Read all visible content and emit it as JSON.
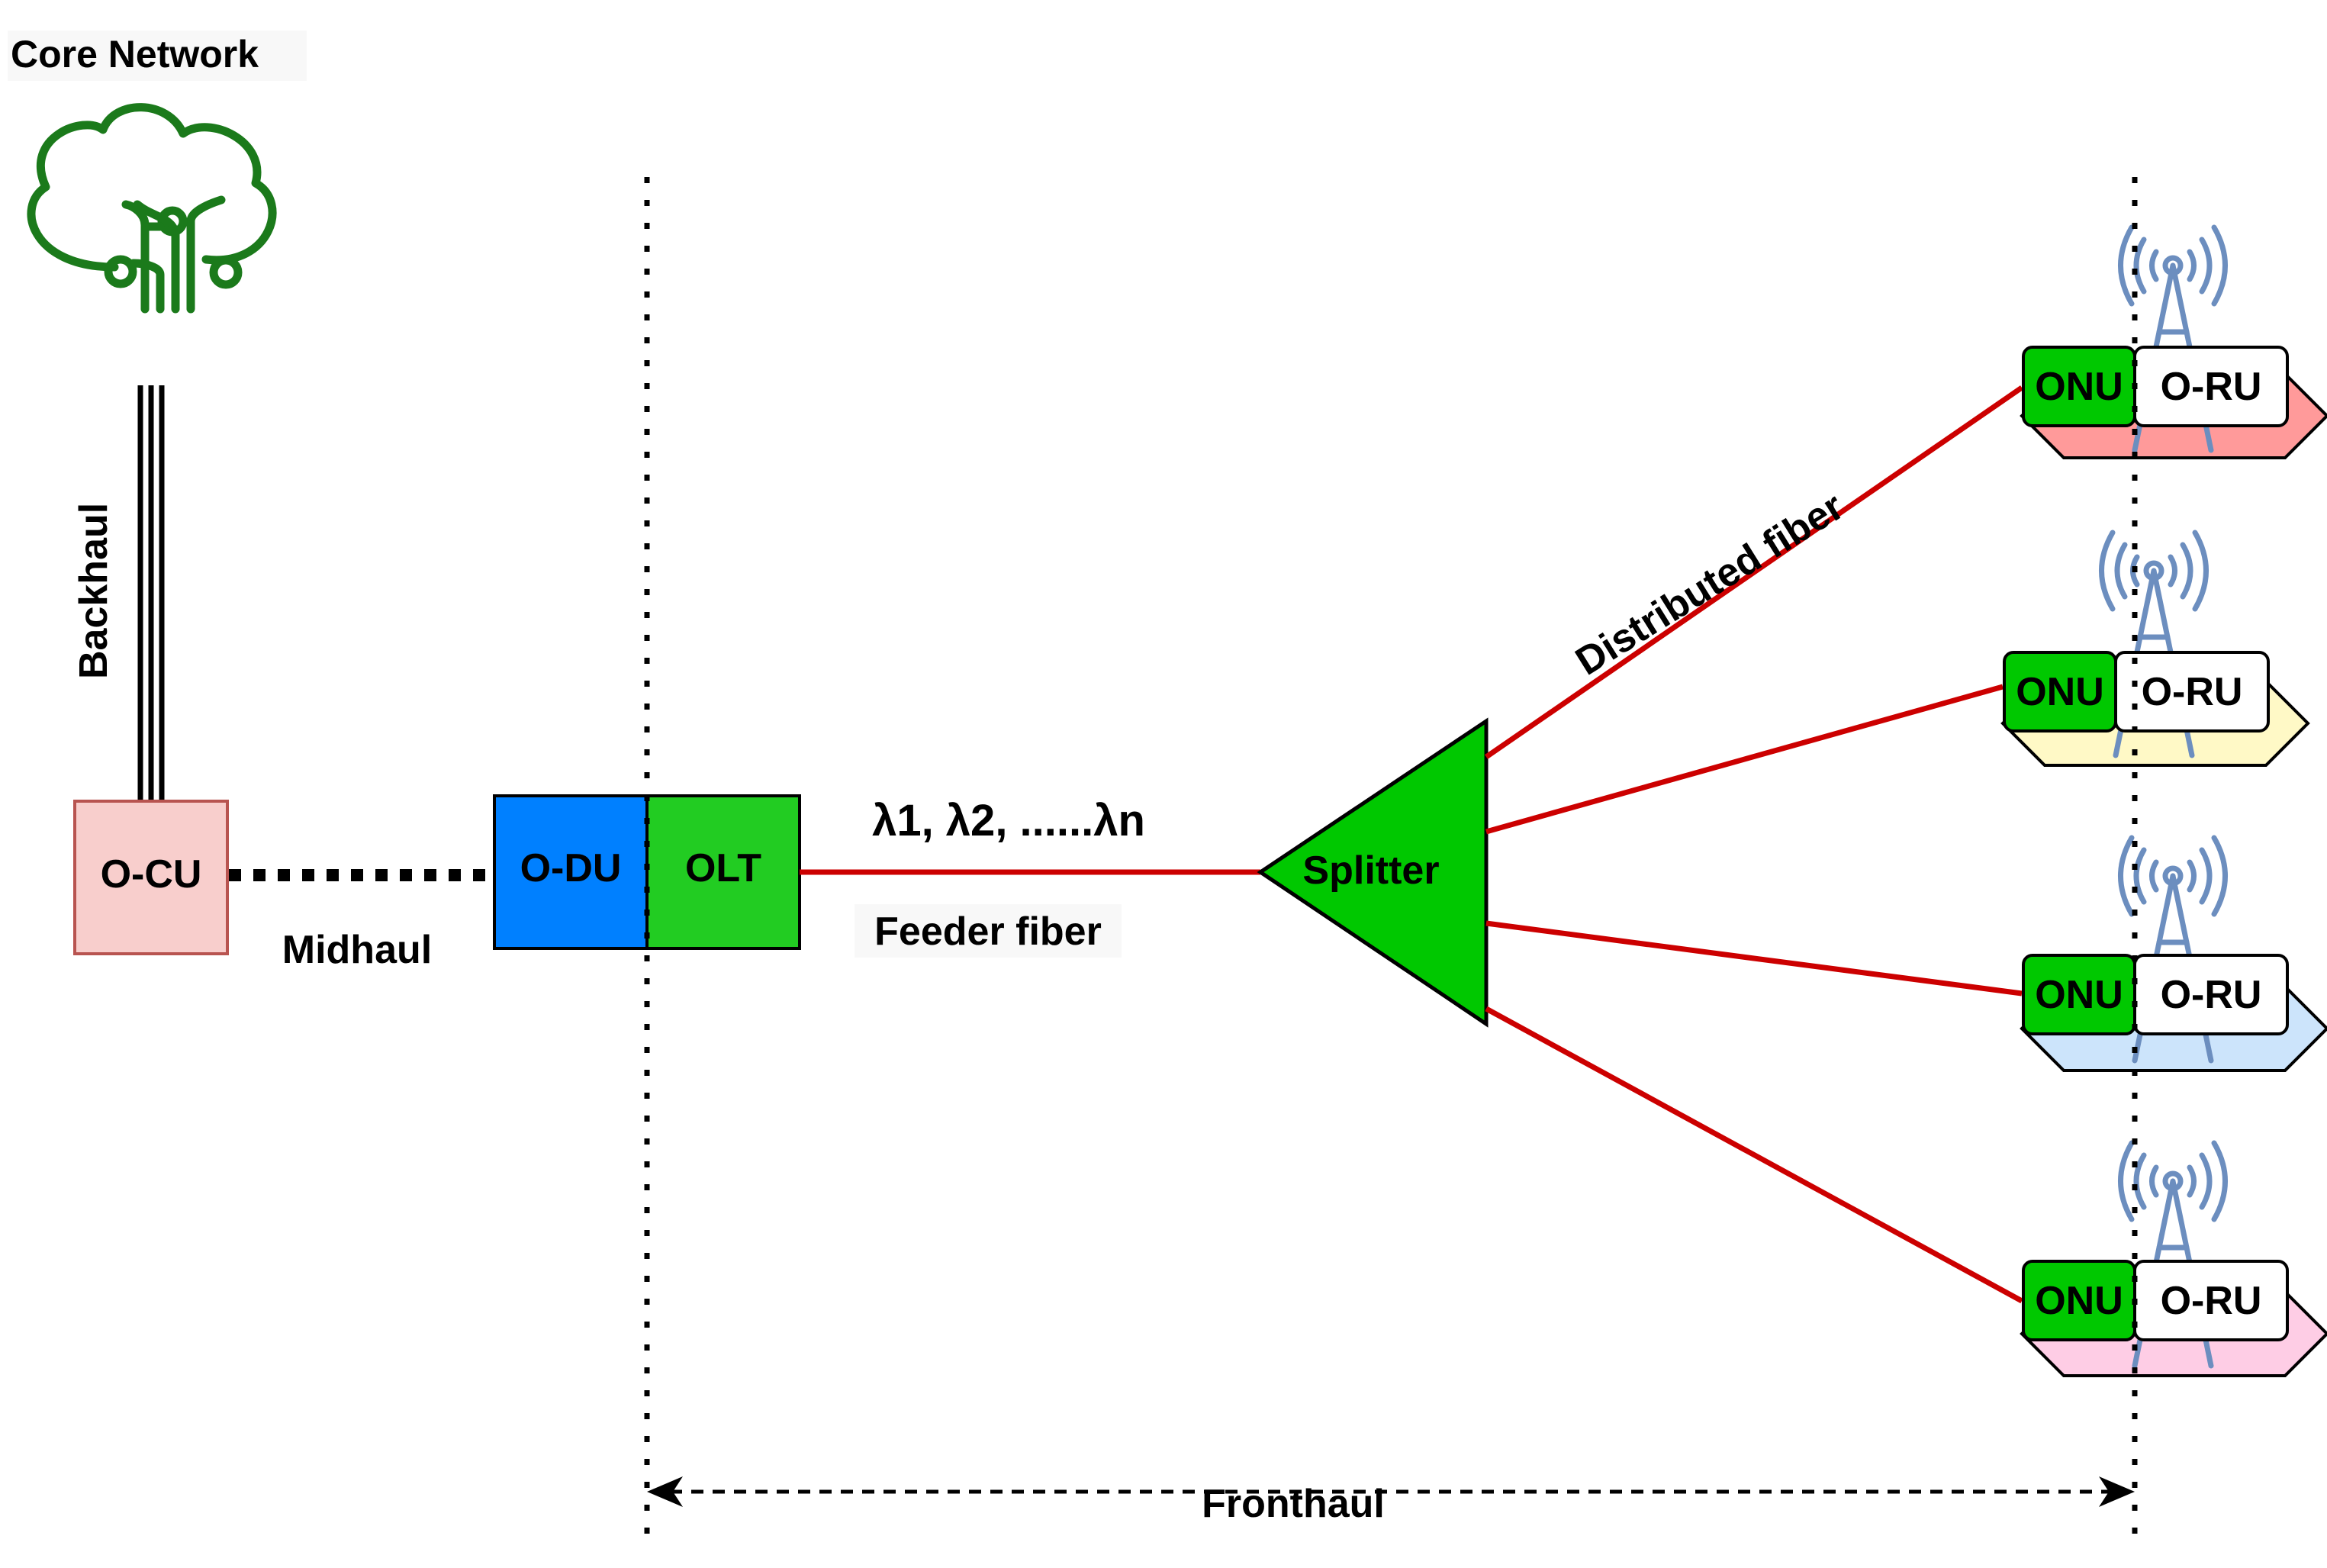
{
  "title": "Core Network",
  "labels": {
    "backhaul": "Backhaul",
    "midhaul": "Midhaul",
    "fronthaul": "Fronthaul",
    "wavelengths": "λ1, λ2, ......λn",
    "feeder_fiber": "Feeder fiber",
    "distributed_fiber": "Distributed fiber"
  },
  "nodes": {
    "ocu": "O-CU",
    "odu": "O-DU",
    "olt": "OLT",
    "splitter": "Splitter"
  },
  "sites": [
    {
      "onu": "ONU",
      "oru": "O-RU",
      "cell_color": "#ff9a9a"
    },
    {
      "onu": "ONU",
      "oru": "O-RU",
      "cell_color": "#fff9c6"
    },
    {
      "onu": "ONU",
      "oru": "O-RU",
      "cell_color": "#cce4fb"
    },
    {
      "onu": "ONU",
      "oru": "O-RU",
      "cell_color": "#fecde5"
    }
  ],
  "colors": {
    "cloud_icon": "#1b7a1b",
    "ocu_fill": "#f8cecc",
    "ocu_stroke": "#b85450",
    "odu_fill": "#0080ff",
    "olt_fill": "#22cc22",
    "splitter_fill": "#00c800",
    "onu_fill": "#00c800",
    "fiber": "#cc0000",
    "tower": "#6c8ebf"
  }
}
